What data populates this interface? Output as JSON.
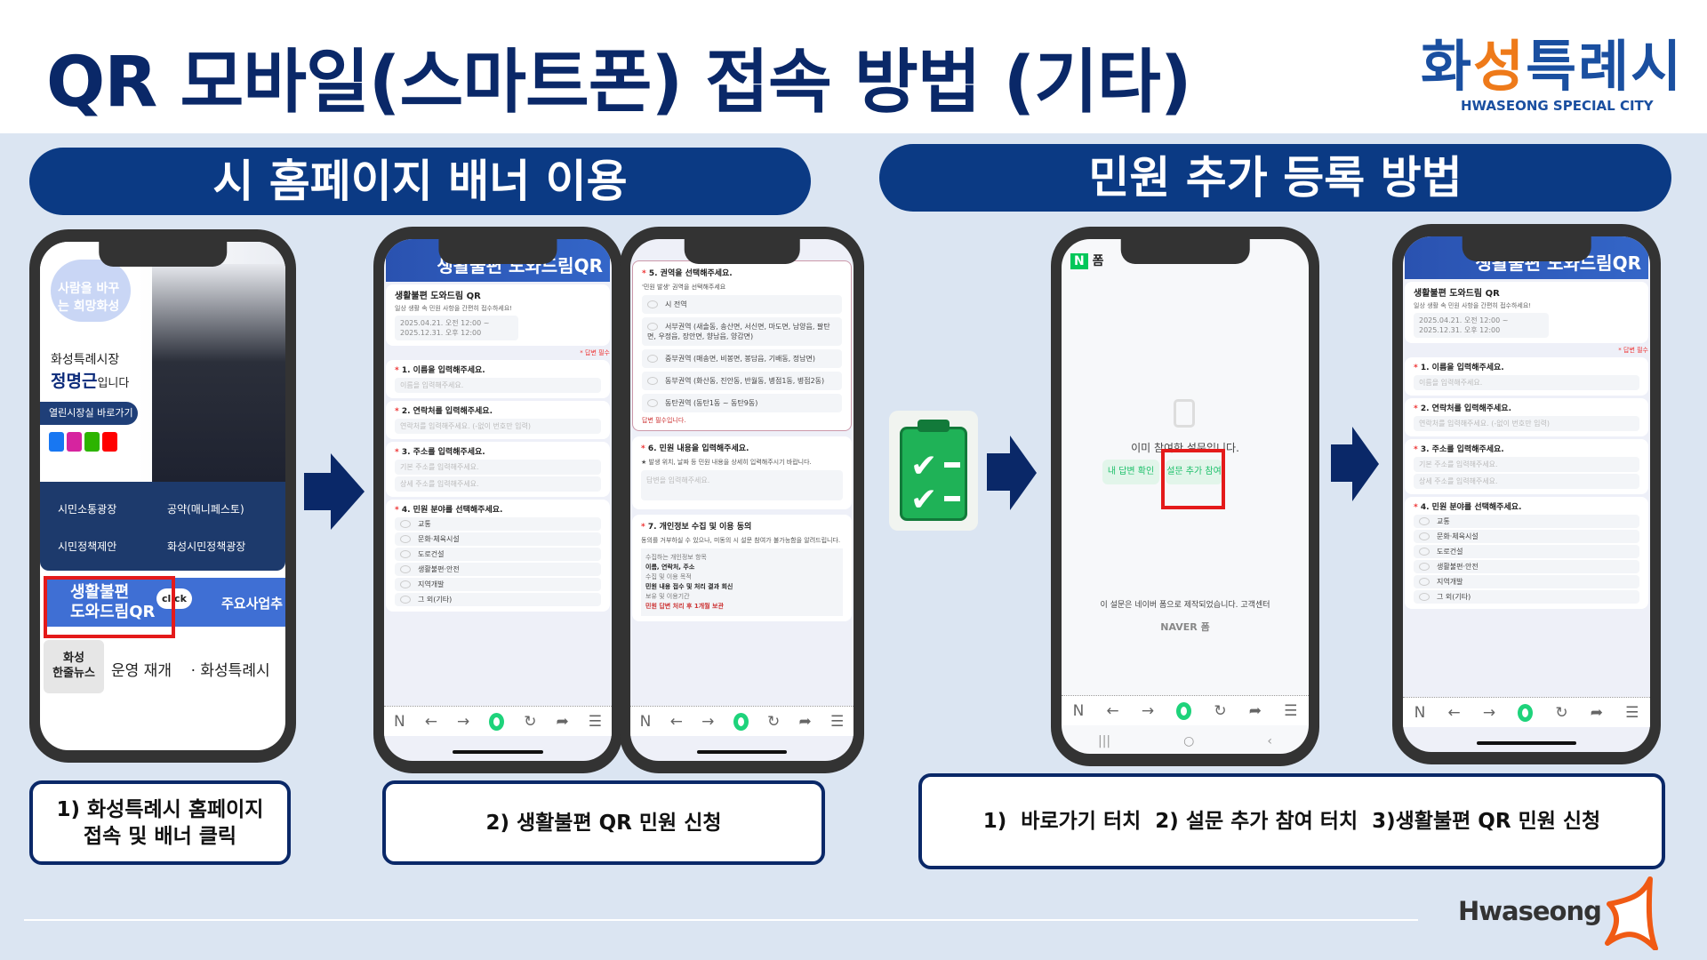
{
  "title": "QR 모바일(스마트폰) 접속 방법 (기타)",
  "logo": {
    "korean": "화성특례시",
    "english": "HWASEONG SPECIAL CITY"
  },
  "sections": {
    "left": "시 홈페이지 배너 이용",
    "right": "민원 추가 등록 방법"
  },
  "phone1": {
    "slogan": "사람을 바꾸는 희망화성",
    "mayor_title": "화성특례시장",
    "mayor_name": "정명근",
    "mayor_suffix": "입니다",
    "office_link": "열린시장실 바로가기",
    "menu": [
      "시민소통광장",
      "공약(매니페스토)",
      "시민정책제안",
      "화성시민정책광장"
    ],
    "banner_line1": "생활불편",
    "banner_line2": "도와드림QR",
    "click": "click",
    "next_banner": "주요사업추",
    "news_label_1": "화성",
    "news_label_2": "한줄뉴스",
    "news_text1": "운영 재개",
    "news_text2": "· 화성특례시"
  },
  "form": {
    "banner": "생활불편 도와드림QR",
    "title": "생활불편 도와드림 QR",
    "subtitle": "일상 생활 속 민원 사항을 간편히 접수하세요!",
    "period": "2025.04.21. 오전 12:00 ~ 2025.12.31. 오후 12:00",
    "required": "* 답변 필수",
    "q1": "1. 이름을 입력해주세요.",
    "q1_ph": "이름을 입력해주세요.",
    "q2": "2. 연락처를 입력해주세요.",
    "q2_ph": "연락처를 입력해주세요. (-없이 번호만 입력)",
    "q3": "3. 주소를 입력해주세요.",
    "q3_ph1": "기본 주소를 입력해주세요.",
    "q3_ph2": "상세 주소를 입력해주세요.",
    "q4": "4. 민원 분야를 선택해주세요.",
    "q4_options": [
      "교통",
      "문화·체육시설",
      "도로건설",
      "생활불편·안전",
      "지역개발",
      "그 외(기타)"
    ]
  },
  "form2": {
    "q5": "5. 권역을 선택해주세요.",
    "q5_hint": "'민원 발생' 권역을 선택해주세요",
    "q5_options": [
      "시 전역",
      "서부권역 (새솔동, 송산면, 서신면, 마도면, 남양읍, 팔탄면, 우정읍, 장안면, 향남읍, 양감면)",
      "중부권역 (매송면, 비봉면, 봉담읍, 기배동, 정남면)",
      "동부권역 (화산동, 진안동, 반월동, 병점1동, 병점2동)",
      "동탄권역 (동탄1동 ~ 동탄9동)"
    ],
    "q5_error": "답변 필수입니다.",
    "q6": "6. 민원 내용을 입력해주세요.",
    "q6_hint": "★ 발생 위치, 날짜 등 민원 내용을 상세히 입력해주시기 바랍니다.",
    "q6_ph": "답변을 입력해주세요.",
    "q7": "7. 개인정보 수집 및 이용 동의",
    "q7_hint": "동의를 거부하실 수 있으나, 미동의 시 설문 참여가 불가능함을 알려드립니다.",
    "items_label": "수집하는 개인정보 항목",
    "items": "이름, 연락처, 주소",
    "purpose_label": "수집 및 이용 목적",
    "purpose": "민원 내용 접수 및 처리 결과 회신",
    "retention_label": "보유 및 이용기간",
    "retention": "민원 답변 처리 후 1개월 보관"
  },
  "phone4": {
    "app": "폼",
    "message": "이미 참여한 설문입니다.",
    "my_answer": "내 답변 확인",
    "add_survey": "설문 추가 참여",
    "footer": "이 설문은 네이버 폼으로 제작되었습니다. 고객센터",
    "brand": "NAVER 폼"
  },
  "captions": {
    "c1": "1) 화성특례시 홈페이지 접속 및 배너 클릭",
    "c2": "2) 생활불편 QR 민원 신청",
    "c3": "1)  바로가기 터치  2) 설문 추가 참여 터치  3)생활불편 QR 민원 신청"
  },
  "footer_logo": "Hwaseong",
  "colors": {
    "navy": "#0a2868",
    "accent_orange": "#ee7a1a",
    "highlight_red": "#e41a1a",
    "naver_green": "#1ed37b"
  }
}
